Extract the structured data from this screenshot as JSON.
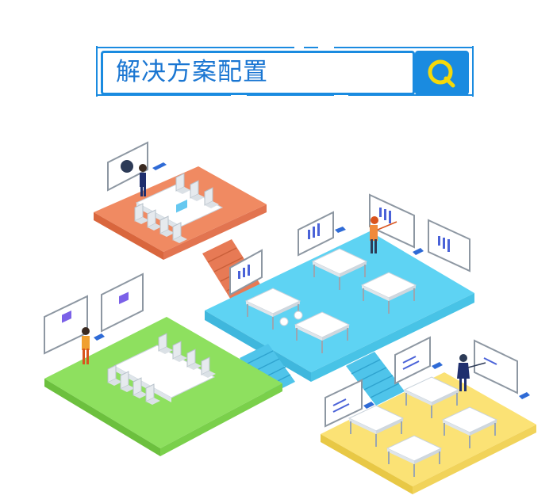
{
  "search": {
    "title": "解决方案配置",
    "icon": "search-icon",
    "colors": {
      "accent": "#1a8be0",
      "icon": "#f5d90a"
    }
  },
  "rooms": [
    {
      "name": "meeting-room-orange",
      "color": "#f08a62"
    },
    {
      "name": "workspace-blue",
      "color": "#5ed3f3"
    },
    {
      "name": "meeting-room-green",
      "color": "#8ee05f"
    },
    {
      "name": "classroom-yellow",
      "color": "#fbe275"
    }
  ]
}
